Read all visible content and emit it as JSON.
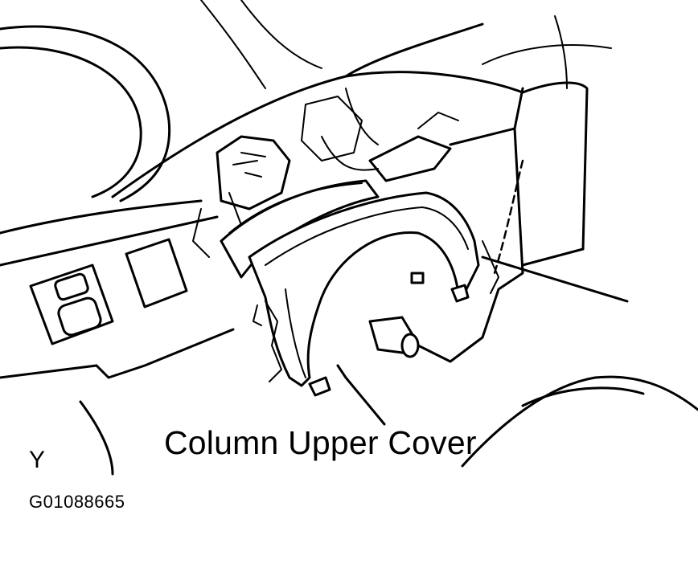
{
  "diagram": {
    "callout_label": "Column Upper Cover",
    "view_letter": "Y",
    "figure_code": "G01088665"
  },
  "colors": {
    "ink": "#000000",
    "background": "#ffffff"
  }
}
